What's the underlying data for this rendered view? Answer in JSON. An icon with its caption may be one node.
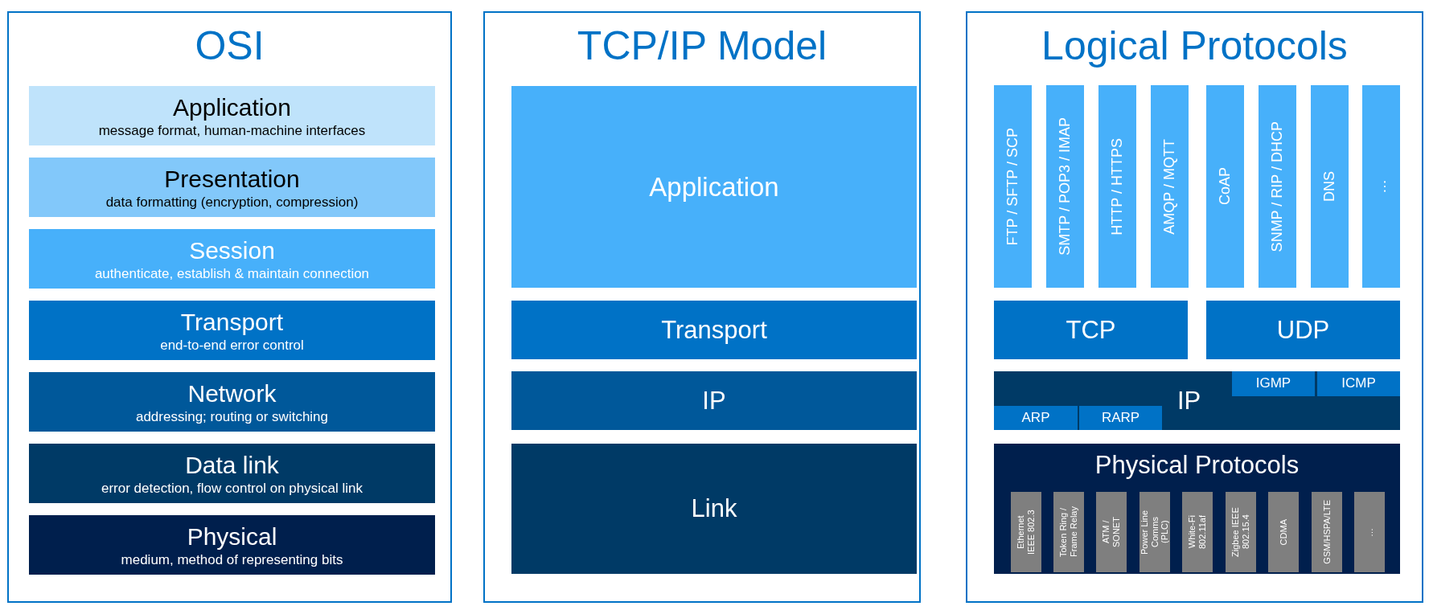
{
  "diagram": {
    "nodes": [
      {
        "text": [
          "OSI"
        ]
      },
      {
        "text": [
          "Application",
          "message format, human-machine interfaces"
        ],
        "in": 0
      },
      {
        "text": [
          "Presentation",
          "data formatting (encryption, compression)"
        ],
        "in": 0
      },
      {
        "text": [
          "Session",
          "authenticate, establish & maintain connection"
        ],
        "in": 0
      },
      {
        "text": [
          "Transport",
          "end-to-end error control"
        ],
        "in": 0
      },
      {
        "text": [
          "Network",
          "addressing; routing or switching"
        ],
        "in": 0
      },
      {
        "text": [
          "Data link",
          "error detection, flow control on physical link"
        ],
        "in": 0
      },
      {
        "text": [
          "Physical",
          "medium, method of representing bits"
        ],
        "in": 0
      },
      {
        "text": [
          "TCP/IP Model"
        ]
      },
      {
        "text": [
          "Application"
        ],
        "in": 8
      },
      {
        "text": [
          "Transport"
        ],
        "in": 8
      },
      {
        "text": [
          "IP"
        ],
        "in": 8
      },
      {
        "text": [
          "Link"
        ],
        "in": 8
      },
      {
        "text": [
          "Logical Protocols"
        ]
      },
      {
        "text": [
          "FTP / SFTP / SCP"
        ],
        "in": 13
      },
      {
        "text": [
          "SMTP / POP3 / IMAP"
        ],
        "in": 13
      },
      {
        "text": [
          "HTTP / HTTPS"
        ],
        "in": 13
      },
      {
        "text": [
          "AMQP / MQTT"
        ],
        "in": 13
      },
      {
        "text": [
          "CoAP"
        ],
        "in": 13
      },
      {
        "text": [
          "SNMP / RIP / DHCP"
        ],
        "in": 13
      },
      {
        "text": [
          "DNS"
        ],
        "in": 13
      },
      {
        "text": [
          "…"
        ],
        "in": 13
      },
      {
        "text": [
          "TCP"
        ],
        "in": 13
      },
      {
        "text": [
          "UDP"
        ],
        "in": 13
      },
      {
        "text": [
          "IP"
        ],
        "in": 13
      },
      {
        "text": [
          "IGMP"
        ],
        "in": 24
      },
      {
        "text": [
          "ICMP"
        ],
        "in": 24
      },
      {
        "text": [
          "ARP"
        ],
        "in": 24
      },
      {
        "text": [
          "RARP"
        ],
        "in": 24
      },
      {
        "text": [
          "Physical Protocols"
        ],
        "in": 13
      },
      {
        "text": [
          "Ethernet IEEE 802.3"
        ],
        "in": 29
      },
      {
        "text": [
          "Token Ring / Frame Relay"
        ],
        "in": 29
      },
      {
        "text": [
          "ATM / SONET"
        ],
        "in": 29
      },
      {
        "text": [
          "Power Line Comms (PLC)"
        ],
        "in": 29
      },
      {
        "text": [
          "White-Fi 802.11af"
        ],
        "in": 29
      },
      {
        "text": [
          "Zigbee IEEE 802.15.4"
        ],
        "in": 29
      },
      {
        "text": [
          "CDMA"
        ],
        "in": 29
      },
      {
        "text": [
          "GSM/HSPA/LTE"
        ],
        "in": 29
      },
      {
        "text": [
          "…"
        ],
        "in": 29
      }
    ]
  }
}
